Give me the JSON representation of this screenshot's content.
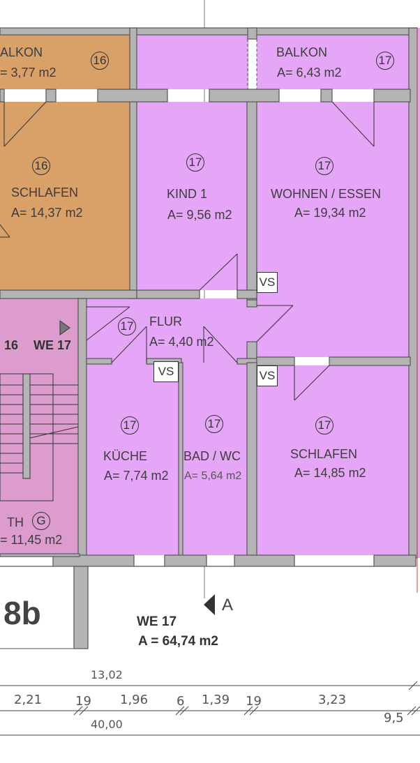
{
  "rooms": {
    "balkon16": {
      "name": "ALKON",
      "area": "= 3,77 m2",
      "unit": "16"
    },
    "balkon17": {
      "name": "BALKON",
      "area": "A= 6,43 m2",
      "unit": "17"
    },
    "schlafen16": {
      "name": "SCHLAFEN",
      "area": "A= 14,37 m2",
      "unit": "16"
    },
    "kind1": {
      "name": "KIND 1",
      "area": "A= 9,56 m2",
      "unit": "17"
    },
    "wohnen": {
      "name": "WOHNEN / ESSEN",
      "area": "A= 19,34 m2",
      "unit": "17"
    },
    "flur": {
      "name": "FLUR",
      "area": "A= 4,40 m2",
      "unit": "17"
    },
    "kueche": {
      "name": "KÜCHE",
      "area": "A= 7,74 m2",
      "unit": "17"
    },
    "bad": {
      "name": "BAD / WC",
      "area": "A= 5,64 m2",
      "unit": "17"
    },
    "schlafen17": {
      "name": "SCHLAFEN",
      "area": "A= 14,85 m2",
      "unit": "17"
    },
    "th": {
      "name": "TH",
      "area": "= 11,45  m2",
      "unit": "G"
    }
  },
  "stair": {
    "label_we16": "16",
    "label_we17": "WE 17"
  },
  "vs_label": "VS",
  "building_number": "8b",
  "section_marker": "A",
  "unit_summary": {
    "title": "WE 17",
    "area": "A = 64,74 m2"
  },
  "dimensions": {
    "top": "13,02",
    "bottom": "40,00",
    "segments": [
      "2,21",
      "19",
      "1,96",
      "6",
      "1,39",
      "19",
      "3,23",
      "9,5"
    ]
  },
  "colors": {
    "unit16": "#d9a068",
    "unit17": "#e6a6f7",
    "staircase": "#dc9ccd",
    "wall": "#b4b4b4",
    "wall_outline": "#555555"
  }
}
